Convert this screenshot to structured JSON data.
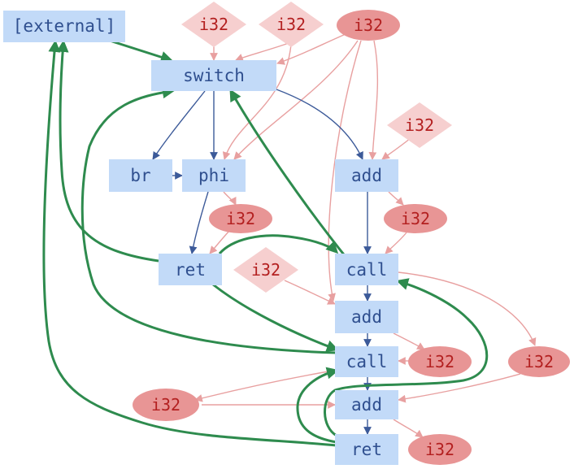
{
  "nodes": [
    {
      "id": "external",
      "label": "[external]",
      "kind": "instr"
    },
    {
      "id": "switch",
      "label": "switch",
      "kind": "instr"
    },
    {
      "id": "br",
      "label": "br",
      "kind": "instr"
    },
    {
      "id": "phi",
      "label": "phi",
      "kind": "instr"
    },
    {
      "id": "add1",
      "label": "add",
      "kind": "instr"
    },
    {
      "id": "ret1",
      "label": "ret",
      "kind": "instr"
    },
    {
      "id": "call1",
      "label": "call",
      "kind": "instr"
    },
    {
      "id": "add2",
      "label": "add",
      "kind": "instr"
    },
    {
      "id": "call2",
      "label": "call",
      "kind": "instr"
    },
    {
      "id": "add3",
      "label": "add",
      "kind": "instr"
    },
    {
      "id": "ret2",
      "label": "ret",
      "kind": "instr"
    },
    {
      "id": "c_d1",
      "label": "i32",
      "kind": "const-diamond"
    },
    {
      "id": "c_d2",
      "label": "i32",
      "kind": "const-diamond"
    },
    {
      "id": "c_e1",
      "label": "i32",
      "kind": "const-ellipse"
    },
    {
      "id": "c_d3",
      "label": "i32",
      "kind": "const-diamond"
    },
    {
      "id": "c_e2",
      "label": "i32",
      "kind": "const-ellipse"
    },
    {
      "id": "c_e3",
      "label": "i32",
      "kind": "const-ellipse"
    },
    {
      "id": "c_d4",
      "label": "i32",
      "kind": "const-diamond"
    },
    {
      "id": "c_e4",
      "label": "i32",
      "kind": "const-ellipse"
    },
    {
      "id": "c_e5",
      "label": "i32",
      "kind": "const-ellipse"
    },
    {
      "id": "c_e6",
      "label": "i32",
      "kind": "const-ellipse"
    },
    {
      "id": "c_e7",
      "label": "i32",
      "kind": "const-ellipse"
    }
  ],
  "edges": [
    {
      "from": "switch",
      "to": "br",
      "kind": "control"
    },
    {
      "from": "switch",
      "to": "phi",
      "kind": "control"
    },
    {
      "from": "switch",
      "to": "add1",
      "kind": "control"
    },
    {
      "from": "br",
      "to": "phi",
      "kind": "control"
    },
    {
      "from": "phi",
      "to": "ret1",
      "kind": "control"
    },
    {
      "from": "add1",
      "to": "call1",
      "kind": "control"
    },
    {
      "from": "call1",
      "to": "add2",
      "kind": "control"
    },
    {
      "from": "add2",
      "to": "call2",
      "kind": "control"
    },
    {
      "from": "call2",
      "to": "add3",
      "kind": "control"
    },
    {
      "from": "add3",
      "to": "ret2",
      "kind": "control"
    },
    {
      "from": "c_d1",
      "to": "switch",
      "kind": "data"
    },
    {
      "from": "c_d2",
      "to": "switch",
      "kind": "data"
    },
    {
      "from": "c_e1",
      "to": "switch",
      "kind": "data"
    },
    {
      "from": "c_d2",
      "to": "phi",
      "kind": "data"
    },
    {
      "from": "c_e1",
      "to": "phi",
      "kind": "data"
    },
    {
      "from": "c_e1",
      "to": "add1",
      "kind": "data"
    },
    {
      "from": "c_e1",
      "to": "add2",
      "kind": "data"
    },
    {
      "from": "c_d3",
      "to": "add1",
      "kind": "data"
    },
    {
      "from": "phi",
      "to": "c_e2",
      "kind": "data"
    },
    {
      "from": "c_e2",
      "to": "ret1",
      "kind": "data"
    },
    {
      "from": "add1",
      "to": "c_e3",
      "kind": "data"
    },
    {
      "from": "c_e3",
      "to": "call1",
      "kind": "data"
    },
    {
      "from": "c_d4",
      "to": "add2",
      "kind": "data"
    },
    {
      "from": "add2",
      "to": "c_e4",
      "kind": "data"
    },
    {
      "from": "c_e4",
      "to": "call2",
      "kind": "data"
    },
    {
      "from": "call1",
      "to": "c_e5",
      "kind": "data"
    },
    {
      "from": "c_e5",
      "to": "add3",
      "kind": "data"
    },
    {
      "from": "call2",
      "to": "c_e6",
      "kind": "data"
    },
    {
      "from": "c_e6",
      "to": "add3",
      "kind": "data"
    },
    {
      "from": "add3",
      "to": "c_e7",
      "kind": "data"
    },
    {
      "from": "external",
      "to": "switch",
      "kind": "call"
    },
    {
      "from": "call1",
      "to": "switch",
      "kind": "call"
    },
    {
      "from": "ret1",
      "to": "external",
      "kind": "call"
    },
    {
      "from": "ret1",
      "to": "call1",
      "kind": "call"
    },
    {
      "from": "ret1",
      "to": "call2",
      "kind": "call"
    },
    {
      "from": "call2",
      "to": "switch",
      "kind": "call"
    },
    {
      "from": "ret2",
      "to": "external",
      "kind": "call"
    },
    {
      "from": "ret2",
      "to": "call2",
      "kind": "call"
    },
    {
      "from": "ret2",
      "to": "call1",
      "kind": "call"
    }
  ],
  "colors": {
    "instr_fill": "#c2daf8",
    "instr_text": "#2f4f8f",
    "const_diamond_fill": "#f6cfcf",
    "const_ellipse_fill": "#e89595",
    "const_text": "#b32020",
    "control_edge": "#3c5a99",
    "data_edge": "#e8a0a0",
    "call_edge": "#2e8b4e"
  }
}
